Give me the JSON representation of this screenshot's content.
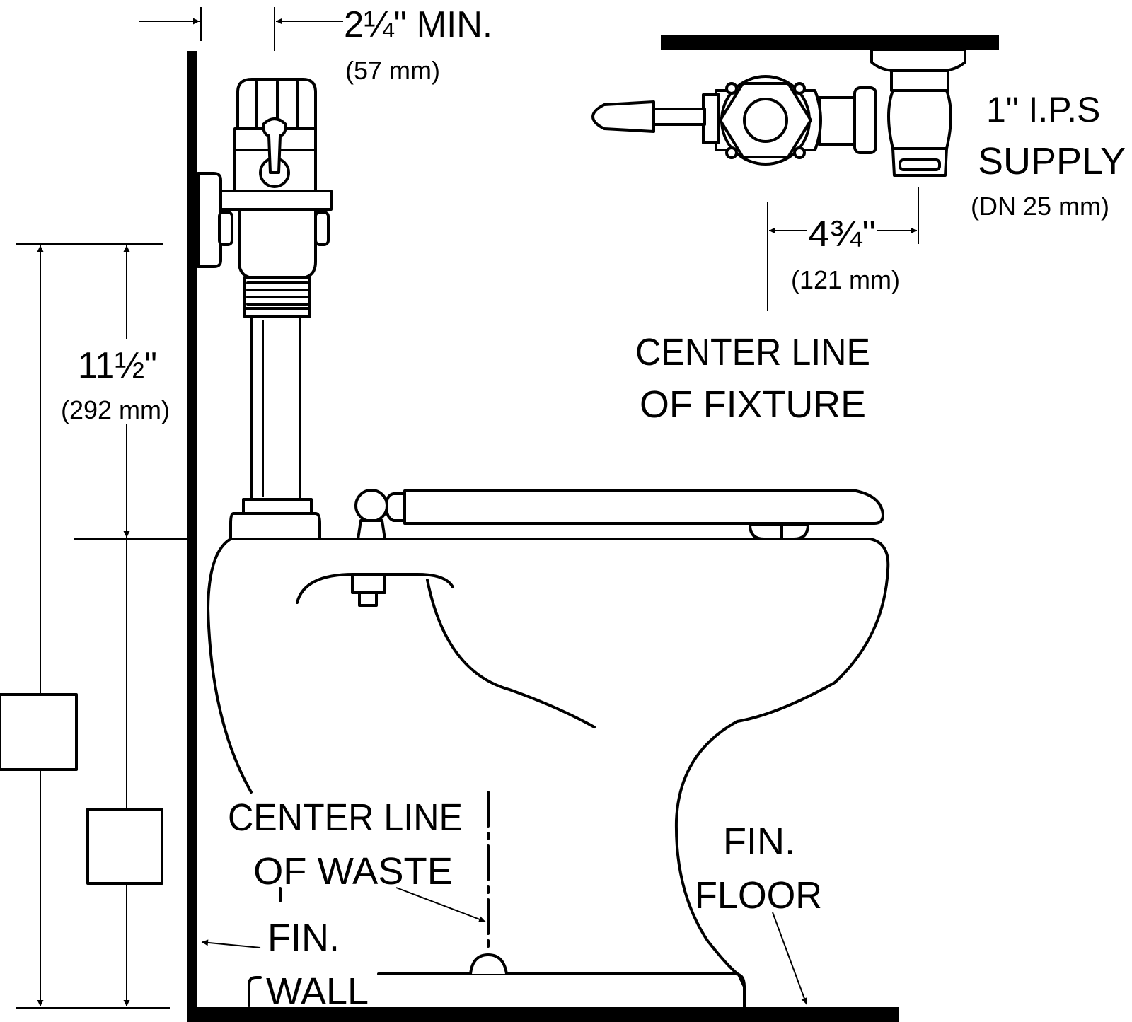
{
  "dimensions": {
    "clearance": {
      "imperial": "2¼\" MIN.",
      "metric": "(57 mm)"
    },
    "height": {
      "imperial": "11½\"",
      "metric": "(292 mm)"
    },
    "offset": {
      "imperial": "4¾\"",
      "metric": "(121 mm)"
    }
  },
  "supply": {
    "line1": "1\"  I.P.S",
    "line2": "SUPPLY",
    "line3": "(DN  25 mm)"
  },
  "labels": {
    "centerline_fixture_1": "CENTER LINE",
    "centerline_fixture_2": "OF  FIXTURE",
    "centerline_waste_1": "CENTER LINE",
    "centerline_waste_2": "OF  WASTE",
    "fin_wall_1": "FIN.",
    "fin_wall_2": "WALL",
    "fin_floor_1": "FIN.",
    "fin_floor_2": "FLOOR"
  }
}
